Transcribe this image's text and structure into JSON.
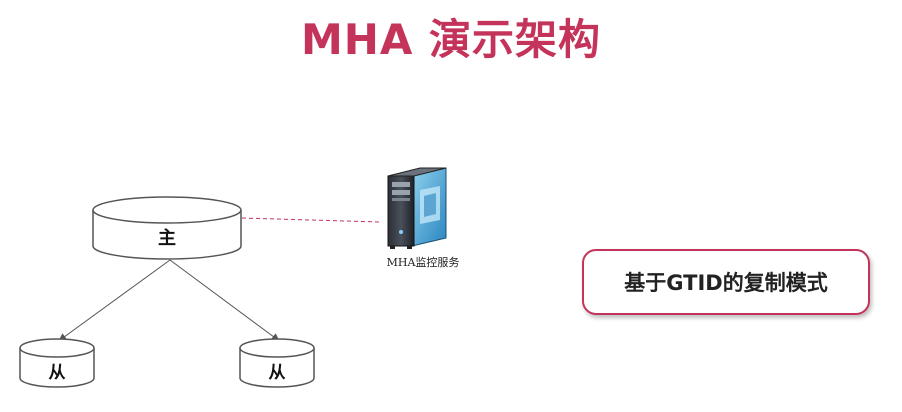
{
  "title": "MHA 演示架构",
  "nodes": {
    "master_label": "主",
    "slave1_label": "从",
    "slave2_label": "从"
  },
  "server": {
    "label": "MHA监控服务",
    "icon": "server-tower-icon"
  },
  "mode_box": {
    "label": "基于GTID的复制模式"
  },
  "colors": {
    "accent": "#c4345a",
    "stroke": "#555555",
    "dashed_line": "#c4345a"
  }
}
